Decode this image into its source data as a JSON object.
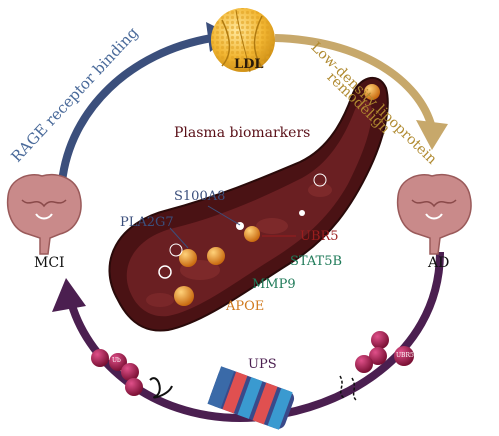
{
  "labels": {
    "rage": "RAGE receptor binding",
    "low_density_line1": "Low-density lipoprotein",
    "low_density_line2": "remodelign",
    "ldl": "LDL",
    "plasma": "Plasma biomarkers",
    "mci": "MCI",
    "ad": "AD",
    "ups": "UPS",
    "s100a8": "S100A8",
    "pla2g7": "PLA2G7",
    "ubr5": "UBR5",
    "stat5b": "STAT5B",
    "mmp9": "MMP9",
    "apoe": "APOE",
    "ub": "Ub",
    "ubr5_small": "UBR5"
  },
  "colors": {
    "rage": "#4a6a9a",
    "arrow_blue": "#3b4f7c",
    "arrow_gold": "#c7a86b",
    "arrow_purple": "#4b1f50",
    "vessel_dark": "#4a1214",
    "vessel_inner": "#7a2a2a",
    "ldl": "#f2b632",
    "stat5b": "#1e7a58",
    "mmp9": "#1e7a58",
    "apoe": "#d07a1e",
    "ubr5": "#9b1e1e",
    "ub_ball": "#a01848",
    "brain": "#c98a8a"
  },
  "icons": [
    "brain-icon",
    "ldl-particle-icon",
    "proteasome-icon",
    "ubiquitin-chain-icon"
  ]
}
